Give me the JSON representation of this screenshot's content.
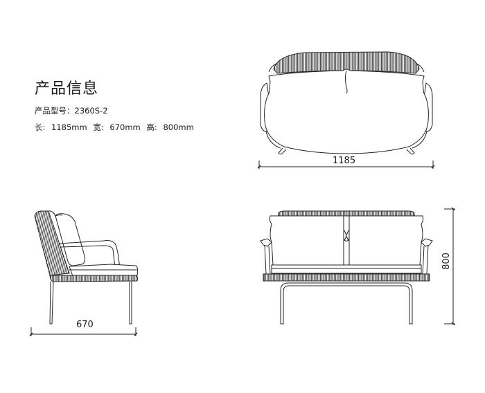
{
  "info": {
    "title": "产品信息",
    "model_label": "产品型号：",
    "model_value": "2360S-2",
    "length_label": "长:",
    "length_value": "1185mm",
    "width_label": "宽:",
    "width_value": "670mm",
    "height_label": "高:",
    "height_value": "800mm"
  },
  "views": {
    "top_view": {
      "dimension": "1185"
    },
    "side_view": {
      "dimension": "670"
    },
    "front_view": {
      "dimension": "800"
    }
  },
  "colors": {
    "line": "#222222",
    "rope": "#3a3a3a",
    "background": "#ffffff"
  }
}
